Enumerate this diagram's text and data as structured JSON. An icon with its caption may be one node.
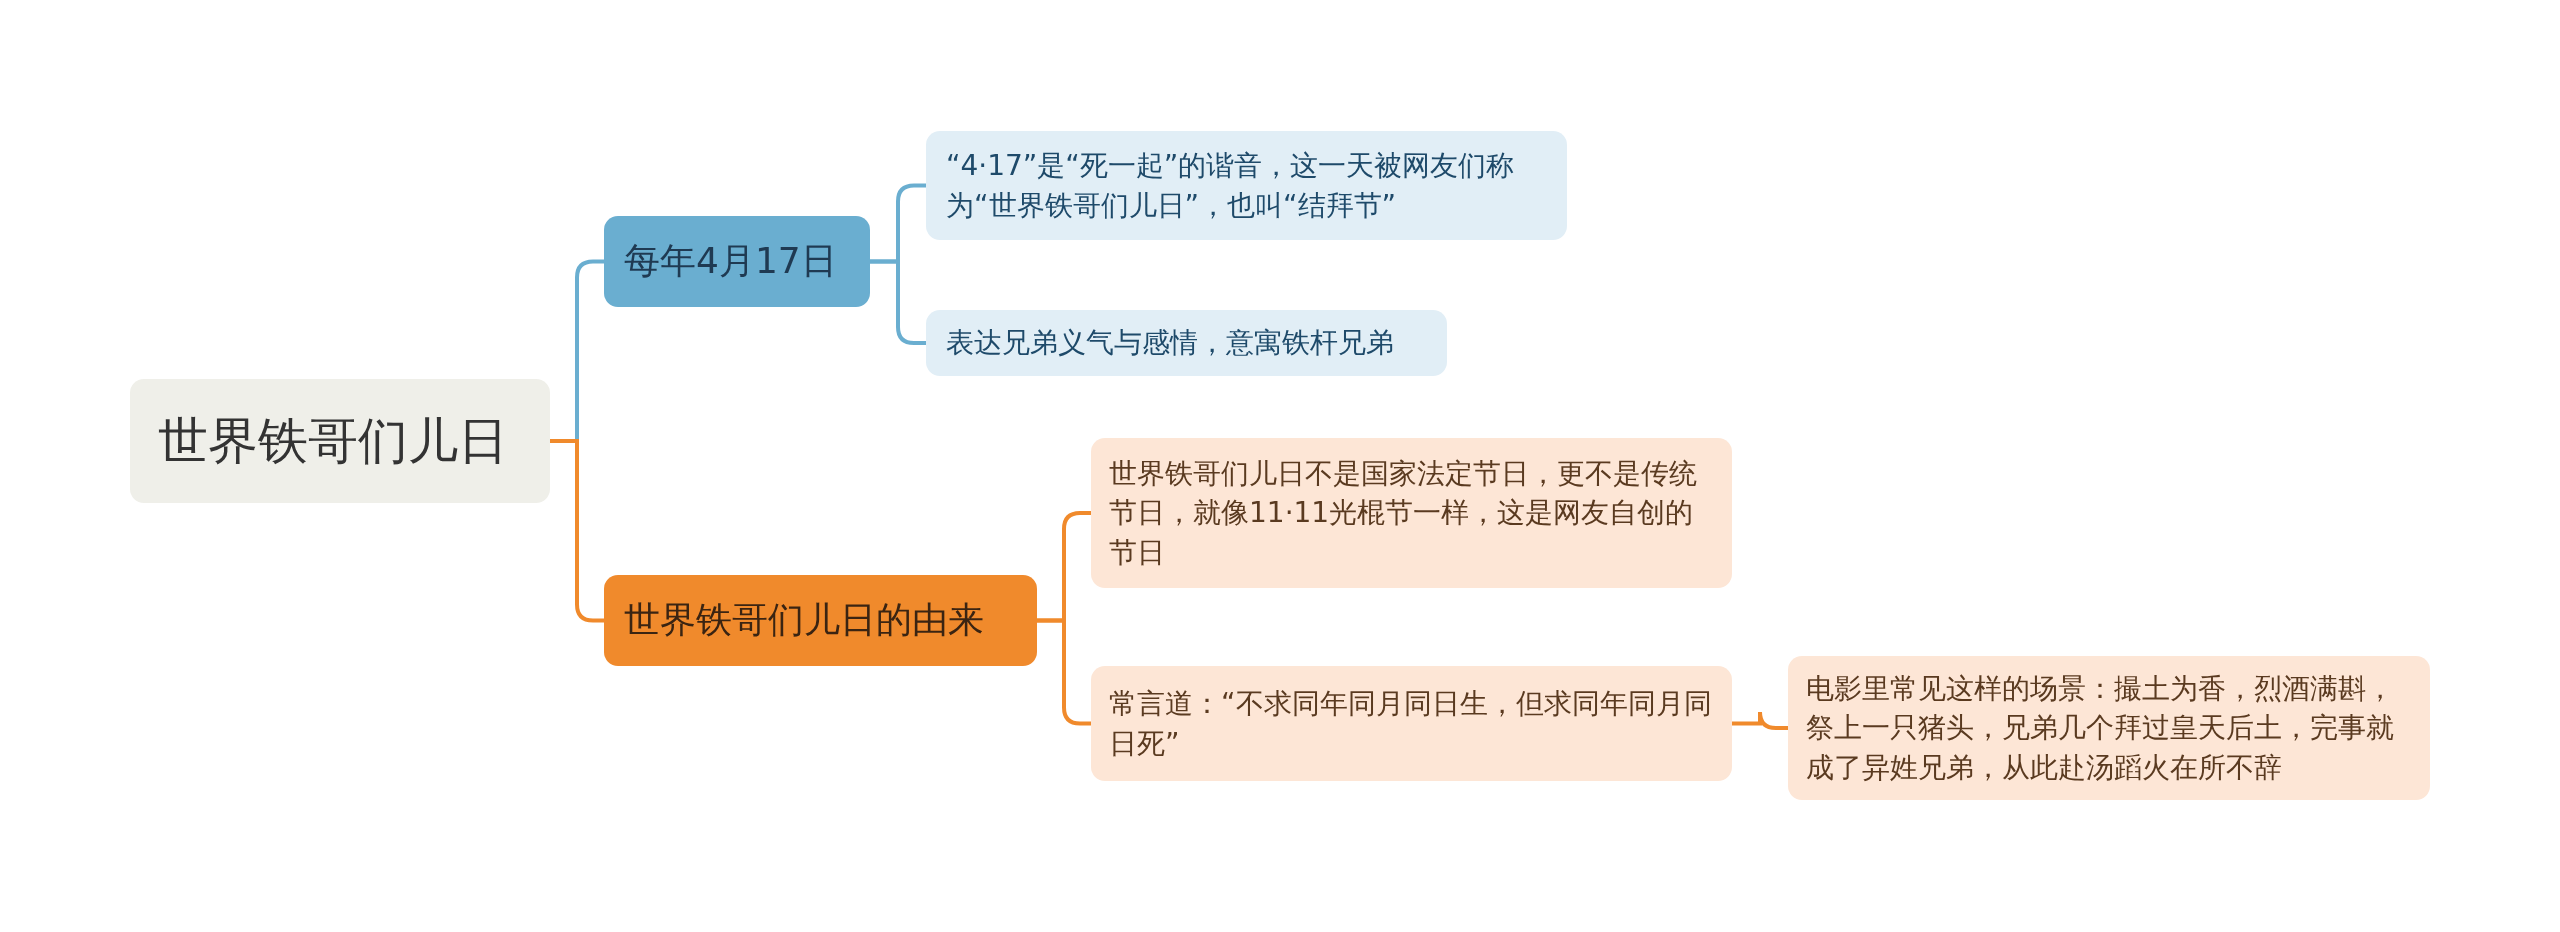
{
  "diagram": {
    "nodes": [
      {
        "text": [
          "世界铁哥们儿日"
        ]
      },
      {
        "text": [
          "每年4月17日"
        ]
      },
      {
        "text": [
          "“4·17”是“死一起”的谐音，这一天被网友们称为“世界铁哥们儿日”，也叫“结拜节”"
        ]
      },
      {
        "text": [
          "表达兄弟义气与感情，意寓铁杆兄弟"
        ]
      },
      {
        "text": [
          "世界铁哥们儿日的由来"
        ]
      },
      {
        "text": [
          "世界铁哥们儿日不是国家法定节日，更不是传统节日，就像11·11光棍节一样，这是网友自创的节日"
        ]
      },
      {
        "text": [
          "常言道：“不求同年同月同日生，但求同年同月同日死”"
        ]
      },
      {
        "text": [
          "电影里常见这样的场景：撮土为香，烈酒满斟，祭上一只猪头，兄弟几个拜过皇天后土，完事就成了异姓兄弟，从此赴汤蹈火在所不辞"
        ]
      }
    ],
    "edges": [
      {
        "from": 0,
        "to": 1,
        "arrow": "none",
        "color": "#6aaed0"
      },
      {
        "from": 1,
        "to": 2,
        "arrow": "none",
        "color": "#6aaed0"
      },
      {
        "from": 1,
        "to": 3,
        "arrow": "none",
        "color": "#6aaed0"
      },
      {
        "from": 0,
        "to": 4,
        "arrow": "none"
      },
      {
        "from": 4,
        "to": 5,
        "arrow": "none"
      },
      {
        "from": 4,
        "to": 6,
        "arrow": "none"
      },
      {
        "from": 6,
        "to": 7,
        "arrow": "none"
      }
    ]
  }
}
